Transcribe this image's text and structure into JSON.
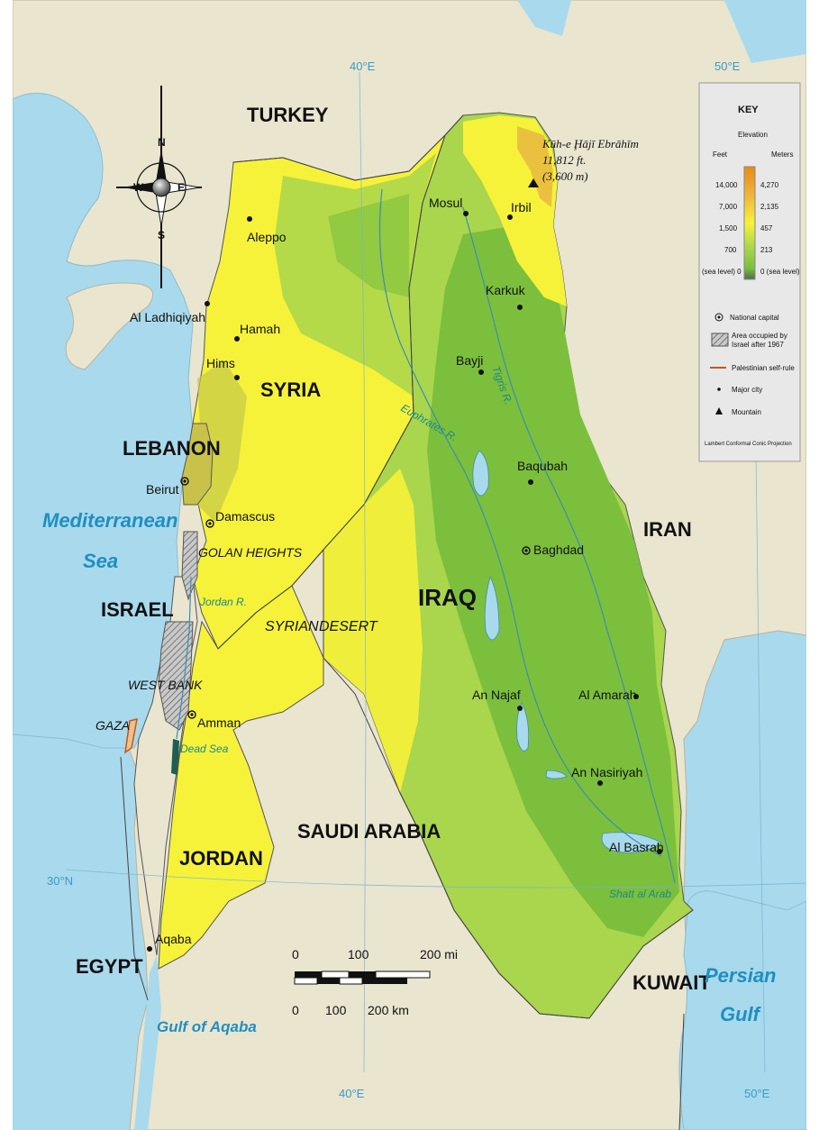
{
  "countries": {
    "turkey": "TURKEY",
    "syria": "SYRIA",
    "lebanon": "LEBANON",
    "israel": "ISRAEL",
    "jordan": "JORDAN",
    "iraq": "IRAQ",
    "iran": "IRAN",
    "saudi": "SAUDI ARABIA",
    "egypt": "EGYPT",
    "kuwait": "KUWAIT"
  },
  "regions": {
    "golan": "GOLAN HEIGHTS",
    "westbank": "WEST BANK",
    "gaza": "GAZA",
    "syrian_desert_1": "SYRIAN",
    "syrian_desert_2": "DESERT"
  },
  "water": {
    "med_1": "Mediterranean",
    "med_2": "Sea",
    "persian_1": "Persian",
    "persian_2": "Gulf",
    "aqaba": "Gulf of Aqaba",
    "dead_sea": "Dead Sea",
    "jordan_r": "Jordan R.",
    "euphrates": "Euphrates R.",
    "tigris": "Tigris R.",
    "shatt": "Shatt al Arab"
  },
  "cities": {
    "aleppo": "Aleppo",
    "ladhiqiyah": "Al Ladhiqiyah",
    "hamah": "Hamah",
    "hims": "Hims",
    "beirut": "Beirut",
    "damascus": "Damascus",
    "amman": "Amman",
    "aqaba": "Aqaba",
    "mosul": "Mosul",
    "irbil": "Irbil",
    "karkuk": "Karkuk",
    "bayji": "Bayji",
    "baqubah": "Baqubah",
    "baghdad": "Baghdad",
    "najaf": "An Najaf",
    "amarah": "Al Amarah",
    "nasiriyah": "An Nasiriyah",
    "basrah": "Al Basrah"
  },
  "mountain": {
    "name": "Kūh-e Ḩājī Ebrāhīm",
    "feet": "11,812 ft.",
    "meters": "(3,600 m)"
  },
  "graticule": {
    "lon40_top": "40°E",
    "lon50_top": "50°E",
    "lon40_bottom": "40°E",
    "lon50_bottom": "50°E",
    "lat30": "30°N"
  },
  "compass": {
    "n": "N",
    "s": "S",
    "e": "E",
    "w": "W"
  },
  "scale": {
    "mi_0": "0",
    "mi_100": "100",
    "mi_200": "200 mi",
    "km_0": "0",
    "km_100": "100",
    "km_200": "200 km"
  },
  "key": {
    "title": "KEY",
    "elevation": "Elevation",
    "feet": "Feet",
    "meters": "Meters",
    "f1": "14,000",
    "f2": "7,000",
    "f3": "1,500",
    "f4": "700",
    "f5": "(sea level) 0",
    "m1": "4,270",
    "m2": "2,135",
    "m3": "457",
    "m4": "213",
    "m5": "0 (sea level)",
    "capital": "National capital",
    "occupied_1": "Area occupied by",
    "occupied_2": "Israel after 1967",
    "palestinian": "Palestinian self-rule",
    "major_city": "Major city",
    "mountain": "Mountain",
    "projection": "Lambert Conformal Conic Projection"
  },
  "colors": {
    "sea": "#a9d9ec",
    "land_other": "#e9e5cf",
    "yellow": "#f6f23a",
    "light_green": "#a9d64c",
    "green": "#7cbf3c",
    "orange": "#e8a21f",
    "river": "#1a8a8a"
  }
}
